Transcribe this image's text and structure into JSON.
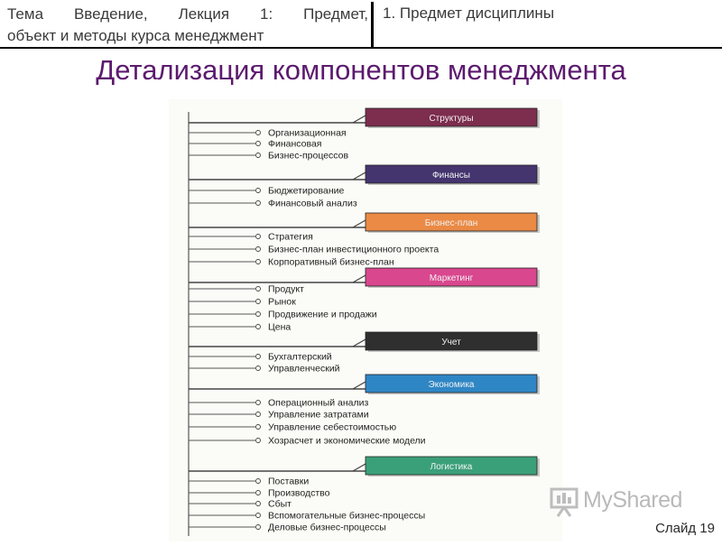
{
  "header": {
    "left_line1": "Тема Введение, Лекция 1: Предмет,",
    "left_line2": "объект и методы курса менеджмент",
    "right": "1. Предмет дисциплины"
  },
  "title": "Детализация компонентов менеджмента",
  "groups": [
    {
      "label": "Структуры",
      "color": "#7d2d4e",
      "items": [
        "Организационная",
        "Финансовая",
        "Бизнес-процессов"
      ]
    },
    {
      "label": "Финансы",
      "color": "#44356f",
      "items": [
        "Бюджетирование",
        "Финансовый анализ"
      ]
    },
    {
      "label": "Бизнес-план",
      "color": "#ea8a45",
      "items": [
        "Стратегия",
        "Бизнес-план инвестиционного проекта",
        "Корпоративный бизнес-план"
      ]
    },
    {
      "label": "Маркетинг",
      "color": "#d9478f",
      "items": [
        "Продукт",
        "Рынок",
        "Продвижение и продажи",
        "Цена"
      ]
    },
    {
      "label": "Учет",
      "color": "#2f2f2f",
      "items": [
        "Бухгалтерский",
        "Управленческий"
      ]
    },
    {
      "label": "Экономика",
      "color": "#2f86c5",
      "items": [
        "Операционный анализ",
        "Управление затратами",
        "Управление себестоимостью",
        "Хозрасчет и экономические модели"
      ]
    },
    {
      "label": "Логистика",
      "color": "#3aa07a",
      "items": [
        "Поставки",
        "Производство",
        "Сбыт",
        "Вспомогательные бизнес-процессы",
        "Деловые бизнес-процессы"
      ]
    }
  ],
  "logo_text": "MyShared",
  "slide_number": "Слайд 19"
}
